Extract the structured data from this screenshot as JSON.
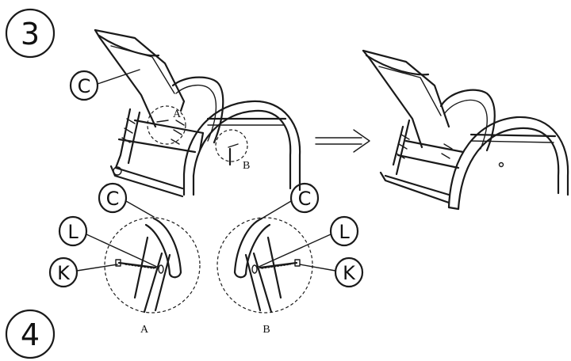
{
  "steps": {
    "step3": "3",
    "step4": "4"
  },
  "parts": {
    "c": "C",
    "l": "L",
    "k": "K"
  },
  "details": {
    "a": "A",
    "b": "B"
  }
}
